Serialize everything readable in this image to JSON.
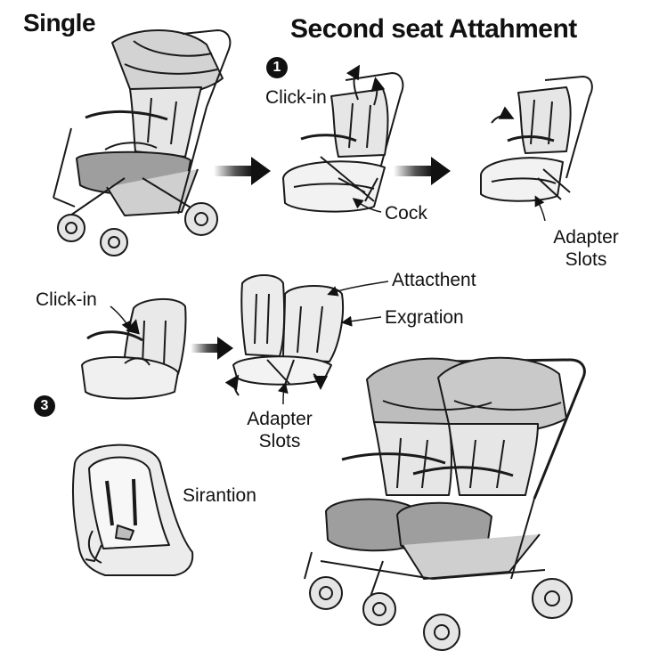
{
  "titles": {
    "single": "Single",
    "second_seat": "Second seat Attahment"
  },
  "step_markers": {
    "step1": "1",
    "step3": "3"
  },
  "labels": {
    "click_in_top": "Click-in",
    "cock": "Cock",
    "adapter_slots_top": "Adapter\nSlots",
    "click_in_mid": "Click-in",
    "attachment": "Attacthent",
    "expiration": "Exgration",
    "adapter_slots_mid": "Adapter\nSlots",
    "sirantion": "Sirantion"
  },
  "icons": [
    "arrow-right-icon",
    "curved-arrow-icon",
    "stroller-illustration",
    "seat-illustration",
    "double-stroller-illustration"
  ],
  "colors": {
    "line": "#1a1a1a",
    "fill_light": "#ececec",
    "fill_mid": "#cfcfcf",
    "fill_dark": "#a8a8a8",
    "arrow_dark": "#222222"
  }
}
